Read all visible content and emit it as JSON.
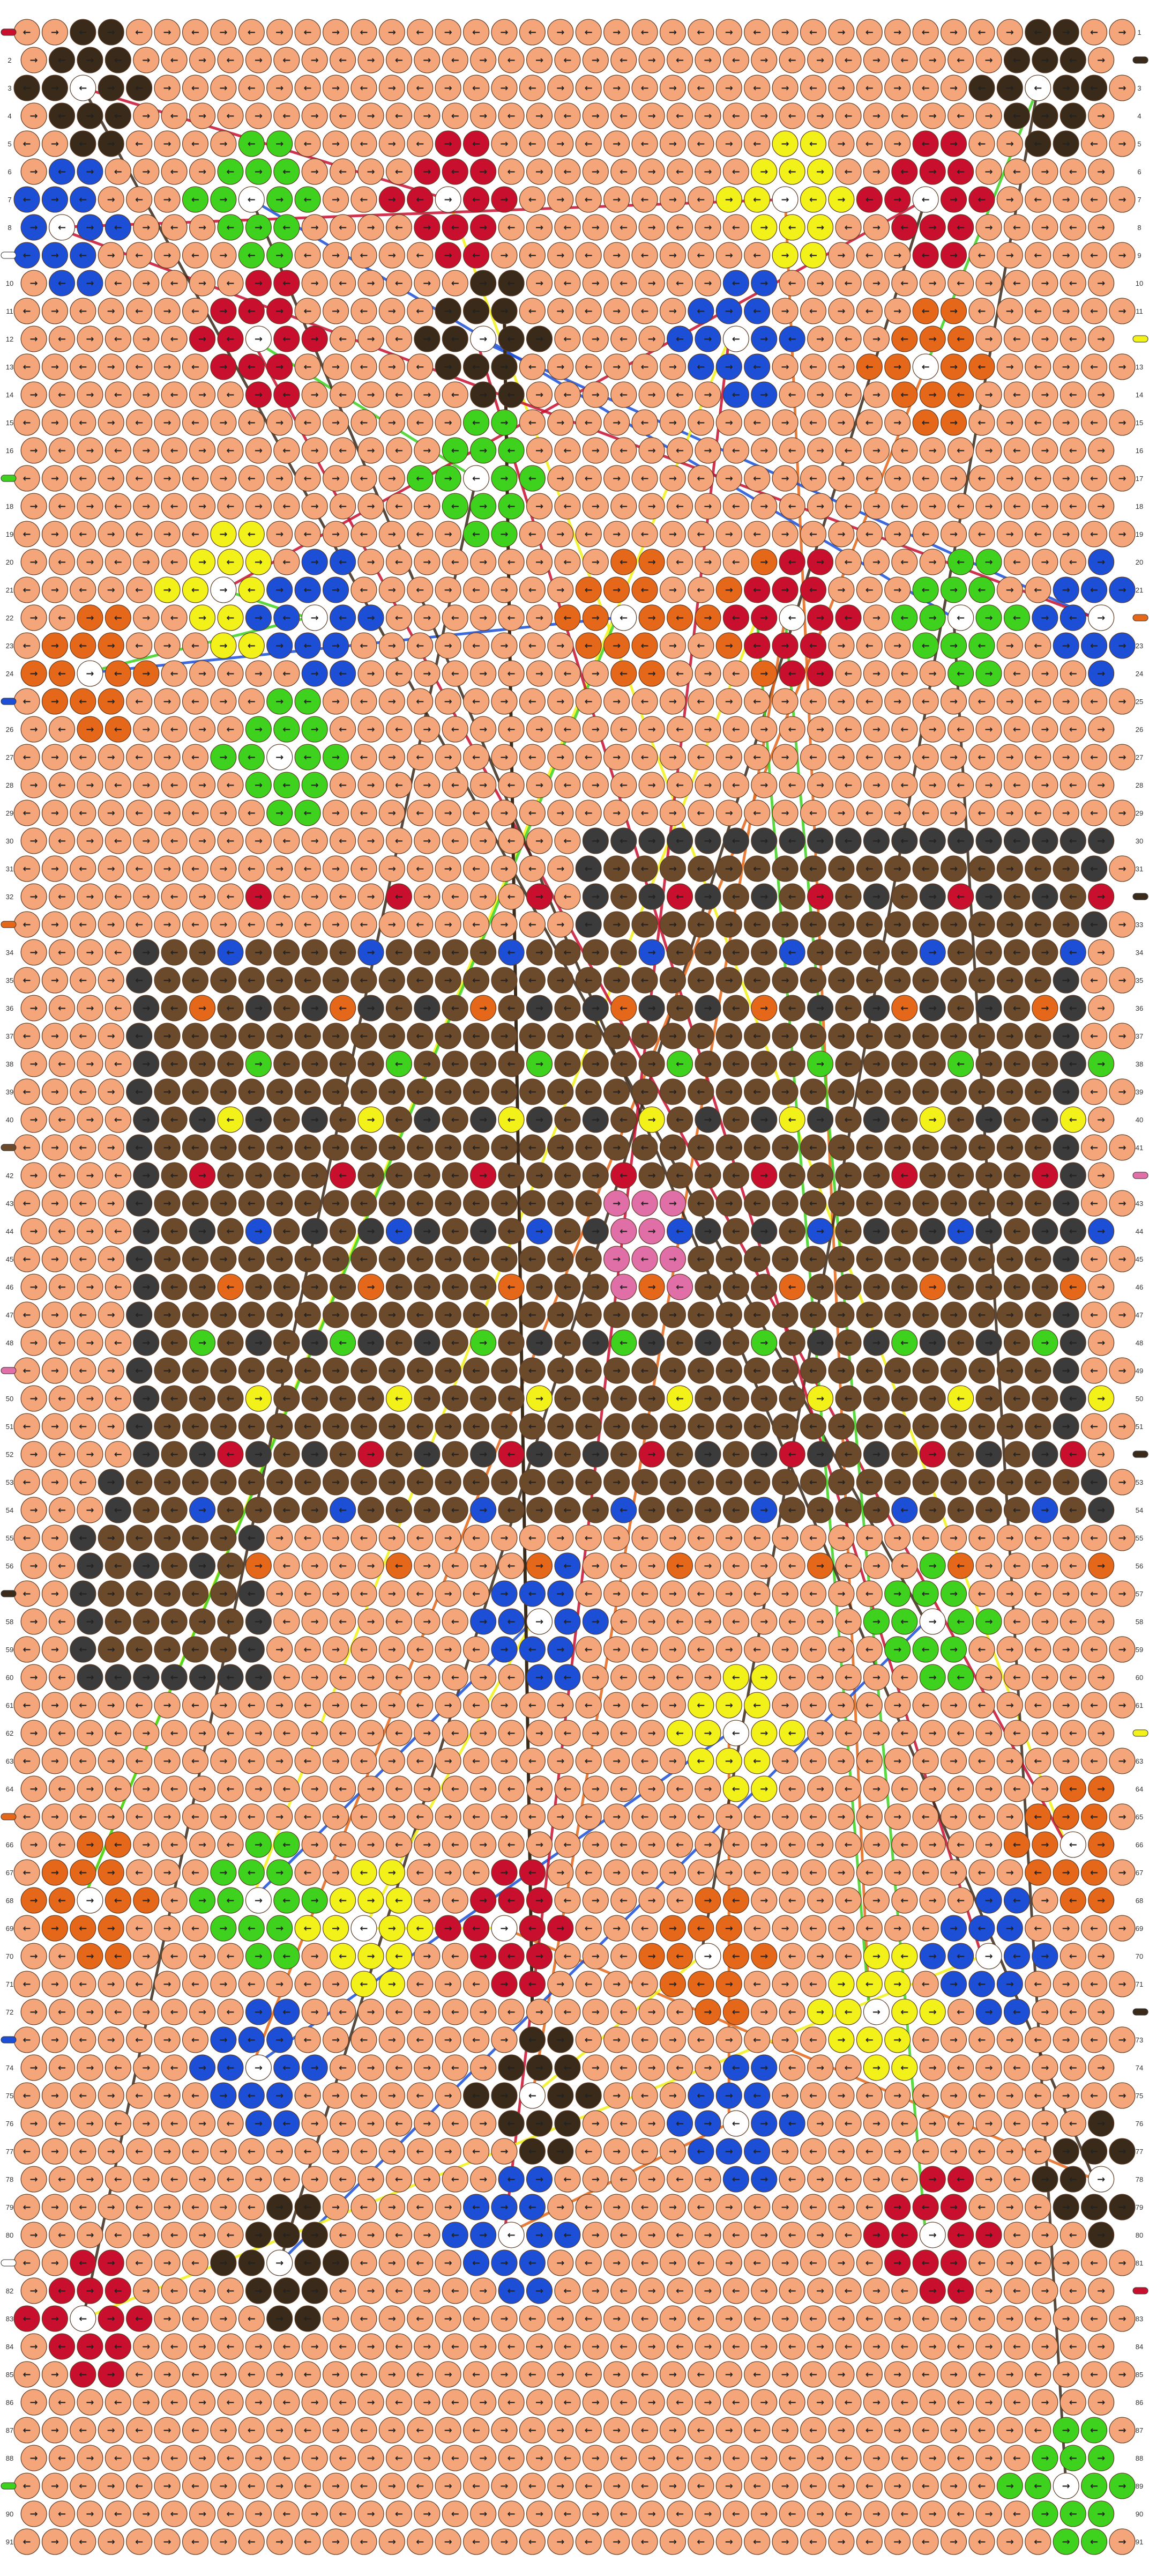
{
  "pattern": {
    "type": "friendship-bracelet-alpha-grid",
    "columns": 40,
    "rows": 91,
    "background_color": "#F4A57A",
    "string_colors": {
      "peach": "#F4A57A",
      "brown": "#6B4A2B",
      "dark_brown": "#3A2A1A",
      "charcoal": "#3B3B3B",
      "green": "#3ED21E",
      "yellow": "#F2F21A",
      "red": "#C8102E",
      "blue": "#1C4FD6",
      "orange": "#E5671A",
      "pink": "#E06FA8",
      "white": "#FFFFFF"
    },
    "row_numbers": [
      "1",
      "2",
      "3",
      "4",
      "5",
      "6",
      "7",
      "8",
      "9",
      "10",
      "11",
      "12",
      "13",
      "14",
      "15",
      "16",
      "17",
      "18",
      "19",
      "20",
      "21",
      "22",
      "23",
      "24",
      "25",
      "26",
      "27",
      "28",
      "29",
      "30",
      "31",
      "32",
      "33",
      "34",
      "35",
      "36",
      "37",
      "38",
      "39",
      "40",
      "41",
      "42",
      "43",
      "44",
      "45",
      "46",
      "47",
      "48",
      "49",
      "50",
      "51",
      "52",
      "53",
      "54",
      "55",
      "56",
      "57",
      "58",
      "59",
      "60",
      "61",
      "62",
      "63",
      "64",
      "65",
      "66",
      "67",
      "68",
      "69",
      "70",
      "71",
      "72",
      "73",
      "74",
      "75",
      "76",
      "77",
      "78",
      "79",
      "80",
      "81",
      "82",
      "83",
      "84",
      "85",
      "86",
      "87",
      "88",
      "89",
      "90",
      "91"
    ],
    "motifs": [
      {
        "kind": "flower",
        "color": "dark_brown"
      },
      {
        "kind": "flower",
        "color": "dark_brown"
      },
      {
        "kind": "flower",
        "color": "green"
      },
      {
        "kind": "flower",
        "color": "red"
      },
      {
        "kind": "flower",
        "color": "yellow"
      },
      {
        "kind": "flower",
        "color": "red"
      },
      {
        "kind": "flower",
        "color": "blue"
      },
      {
        "kind": "flower",
        "color": "red"
      },
      {
        "kind": "flower",
        "color": "dark_brown"
      },
      {
        "kind": "flower",
        "color": "blue"
      },
      {
        "kind": "flower",
        "color": "orange"
      },
      {
        "kind": "flower",
        "color": "green"
      },
      {
        "kind": "flower",
        "color": "yellow"
      },
      {
        "kind": "flower",
        "color": "blue"
      },
      {
        "kind": "flower",
        "color": "orange"
      },
      {
        "kind": "flower",
        "color": "orange"
      },
      {
        "kind": "flower",
        "color": "red"
      },
      {
        "kind": "flower",
        "color": "green"
      },
      {
        "kind": "flower",
        "color": "blue"
      },
      {
        "kind": "flower",
        "color": "orange"
      },
      {
        "kind": "flower",
        "color": "green"
      },
      {
        "kind": "flower",
        "color": "blue"
      },
      {
        "kind": "flower",
        "color": "yellow"
      },
      {
        "kind": "flower",
        "color": "green"
      },
      {
        "kind": "flower",
        "color": "orange"
      },
      {
        "kind": "flower",
        "color": "orange"
      },
      {
        "kind": "flower",
        "color": "green"
      },
      {
        "kind": "flower",
        "color": "yellow"
      },
      {
        "kind": "flower",
        "color": "red"
      },
      {
        "kind": "flower",
        "color": "orange"
      },
      {
        "kind": "flower",
        "color": "blue"
      },
      {
        "kind": "flower",
        "color": "yellow"
      },
      {
        "kind": "flower",
        "color": "blue"
      },
      {
        "kind": "flower",
        "color": "dark_brown"
      },
      {
        "kind": "flower",
        "color": "blue"
      },
      {
        "kind": "flower",
        "color": "dark_brown"
      },
      {
        "kind": "flower",
        "color": "blue"
      },
      {
        "kind": "flower",
        "color": "red"
      },
      {
        "kind": "flower",
        "color": "dark_brown"
      },
      {
        "kind": "flower",
        "color": "red"
      },
      {
        "kind": "flower",
        "color": "green"
      }
    ],
    "center_motif": {
      "kind": "camera",
      "outline": "charcoal",
      "fill": "brown",
      "lens_color": "pink"
    },
    "edge_string_markers": [
      {
        "side": "left",
        "color": "red"
      },
      {
        "side": "left",
        "color": "white"
      },
      {
        "side": "left",
        "color": "green"
      },
      {
        "side": "left",
        "color": "blue"
      },
      {
        "side": "left",
        "color": "orange"
      },
      {
        "side": "left",
        "color": "brown"
      },
      {
        "side": "left",
        "color": "pink"
      },
      {
        "side": "left",
        "color": "dark_brown"
      },
      {
        "side": "left",
        "color": "orange"
      },
      {
        "side": "left",
        "color": "blue"
      },
      {
        "side": "left",
        "color": "white"
      },
      {
        "side": "left",
        "color": "green"
      },
      {
        "side": "right",
        "color": "dark_brown"
      },
      {
        "side": "right",
        "color": "yellow"
      },
      {
        "side": "right",
        "color": "orange"
      },
      {
        "side": "right",
        "color": "dark_brown"
      },
      {
        "side": "right",
        "color": "pink"
      },
      {
        "side": "right",
        "color": "dark_brown"
      },
      {
        "side": "right",
        "color": "yellow"
      },
      {
        "side": "right",
        "color": "dark_brown"
      },
      {
        "side": "right",
        "color": "red"
      }
    ]
  }
}
